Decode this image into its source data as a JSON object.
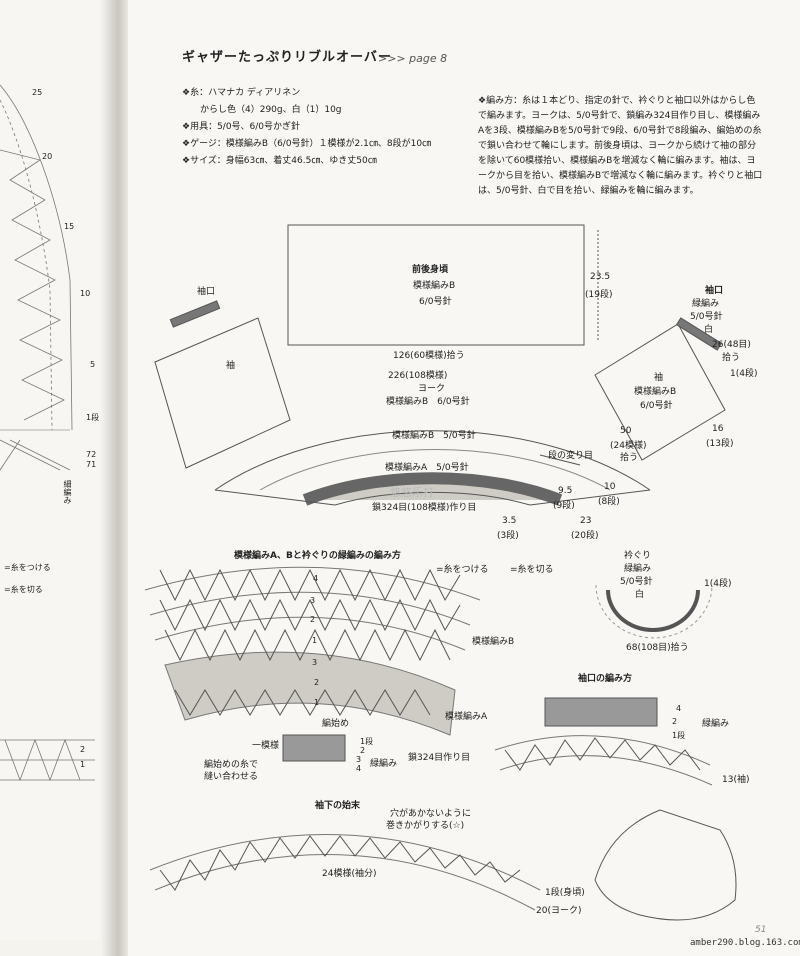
{
  "title": "ギャザーたっぷりリブルオーバー",
  "page_ref": ">>> page 8",
  "specs": [
    "❖糸：ハマナカ ディアリネン",
    "　　からし色（4）290g、白（1）10g",
    "❖用具：5/0号、6/0号かぎ針",
    "❖ゲージ：模様編みB（6/0号針）１模様が2.1㎝、8段が10㎝",
    "❖サイズ：身幅63㎝、着丈46.5㎝、ゆき丈50㎝"
  ],
  "method": "❖編み方：糸は１本どり、指定の針で、衿ぐりと袖口以外はからし色で編みます。ヨークは、5/0号針で、鎖編み324目作り目し、模様編みAを3段、模様編みBを5/0号針で9段、6/0号針で8段編み、編始めの糸で鎖い合わせて輪にします。前後身頃は、ヨークから続けて袖の部分を除いて60模様拾い、模様編みBを増減なく輪に編みます。袖は、ヨークから目を拾い、模様編みBで増減なく輪に編みます。衿ぐりと袖口は、5/0号針、白で目を拾い、緑編みを輪に編みます。",
  "left_page": {
    "row_labels": [
      "25",
      "20",
      "15",
      "10",
      "5",
      "1段",
      "72",
      "71"
    ],
    "col_label": "細編み",
    "legend": [
      "=糸をつける",
      "=糸を切る"
    ],
    "bottom_labels": [
      "2",
      "1"
    ]
  },
  "schematic": {
    "body_title": "前後身頃",
    "body_pattern": "模様編みB",
    "body_needle": "6/0号針",
    "body_height": "23.5",
    "body_rows": "(19段)",
    "body_pickup": "126(60模様)拾う",
    "sleeve_left": "袖",
    "cuff_left": "袖口",
    "yoke_count": "226(108模様)",
    "yoke": "ヨーク",
    "yoke_pattern": "模様編みB　6/0号針",
    "yoke_b": "模様編みB　5/0号針",
    "yoke_a": "模様編みA　5/0号針",
    "chain": "鎖324目(108模様)作り目",
    "row_change": "段の変り目",
    "sleeve_right": "袖",
    "sleeve_pattern": "模様編みB",
    "sleeve_needle": "6/0号針",
    "cuff_right": "袖口",
    "cuff_st": "緑編み",
    "cuff_needle": "5/0号針",
    "cuff_color": "白",
    "cuff_pick": "26(48目)",
    "cuff_pick2": "拾う",
    "cuff_row": "1(4段)",
    "sleeve_50": "50",
    "sleeve_50b": "(24模様)",
    "sleeve_50c": "拾う",
    "sleeve_16": "16",
    "sleeve_16b": "(13段)",
    "d95": "9.5",
    "d95b": "(9段)",
    "d10": "10",
    "d10b": "(8段)",
    "d35": "3.5",
    "d35b": "(3段)",
    "d23": "23",
    "d23b": "(20段)",
    "watermark": "悠悠乐打"
  },
  "chart_a": {
    "title": "模様編みA、Bと衿ぐりの緑編みの編み方",
    "legend_join": "=糸をつける",
    "legend_cut": "=糸を切る",
    "label_b": "模様編みB",
    "label_a": "模様編みA",
    "start": "編始め",
    "repeat": "一模様",
    "sew": "編始めの糸で",
    "sew2": "縫い合わせる",
    "edge": "緑編み",
    "chain": "鎖324目作り目",
    "row_nums": [
      "4",
      "3",
      "2",
      "1",
      "3",
      "2",
      "1"
    ],
    "small_rows": [
      "1段",
      "2",
      "3",
      "4"
    ]
  },
  "neck": {
    "title": "衿ぐり",
    "st": "緑編み",
    "needle": "5/0号針",
    "color": "白",
    "rows": "1(4段)",
    "pick": "68(108目)拾う"
  },
  "cuff_chart": {
    "title": "袖口の編み方",
    "rows": [
      "4",
      "2",
      "1段"
    ],
    "label": "緑編み",
    "end": "13(袖)"
  },
  "underarm": {
    "title": "袖下の始末",
    "note": "穴があかないように",
    "note2": "巻きかがりする(☆)",
    "count": "24模様(袖分)",
    "r1": "1段(身頃)",
    "r20": "20(ヨーク)"
  },
  "page_number": "51",
  "footer": "amber290.blog.163.com",
  "colors": {
    "gray": "#cfccc6",
    "line": "#555555",
    "dark": "#666666"
  }
}
